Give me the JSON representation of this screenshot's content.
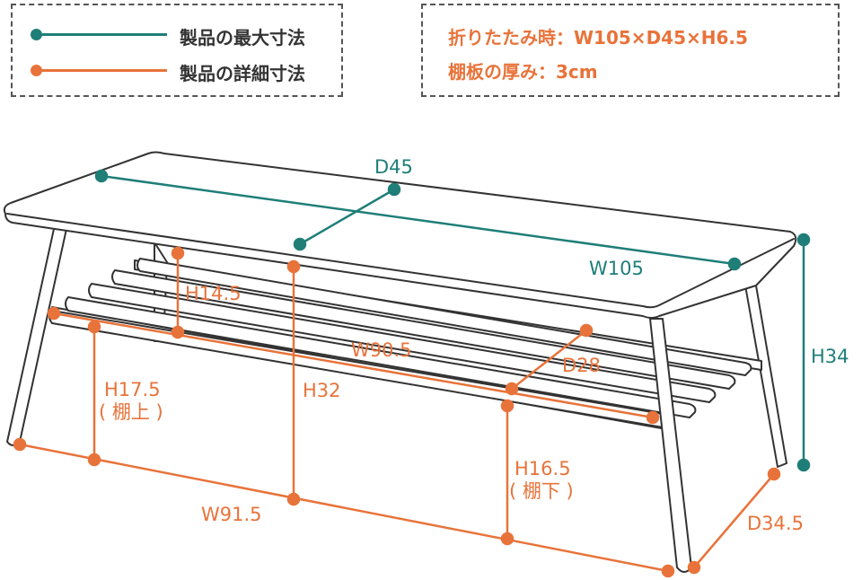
{
  "legend": {
    "max_label": "製品の最大寸法",
    "max_color": "#1f7e78",
    "detail_label": "製品の詳細寸法",
    "detail_color": "#e8733a"
  },
  "specs": {
    "folded": "折りたたみ時：W105×D45×H6.5",
    "shelf_thickness": "棚板の厚み：3cm"
  },
  "dimensions": {
    "d45": "D45",
    "w105": "W105",
    "h34": "H34",
    "h14_5": "H14.5",
    "w90_5": "W90.5",
    "d28": "D28",
    "h17_5": "H17.5",
    "h17_5_note": "( 棚上 )",
    "h32": "H32",
    "h16_5": "H16.5",
    "h16_5_note": "( 棚下 )",
    "w91_5": "W91.5",
    "d34_5": "D34.5"
  }
}
